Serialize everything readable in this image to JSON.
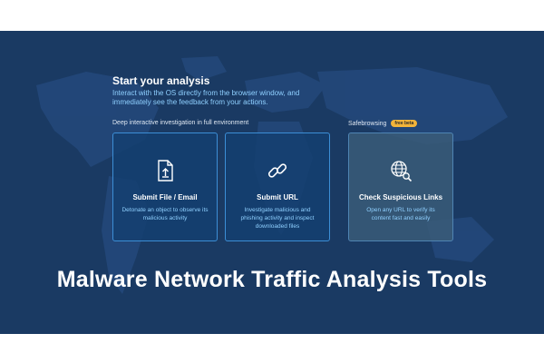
{
  "intro": {
    "title": "Start your analysis",
    "subtitle": "Interact with the OS directly from the browser window, and immediately see the feedback from your actions."
  },
  "sections": {
    "interactive_label": "Deep interactive investigation in full environment",
    "safebrowsing_label": "Safebrowsing",
    "safebrowsing_badge": "free beta"
  },
  "cards": [
    {
      "title": "Submit File / Email",
      "desc": "Detonate an object to observe its malicious activity",
      "icon": "file-upload-icon"
    },
    {
      "title": "Submit URL",
      "desc": "Investigate malicious and phishing activity and inspect downloaded files",
      "icon": "link-icon"
    },
    {
      "title": "Check Suspicious Links",
      "desc": "Open any URL to verify its content fast and easily",
      "icon": "globe-search-icon"
    }
  ],
  "caption": "Malware Network Traffic Analysis Tools",
  "colors": {
    "panel_bg": "#1a3a63",
    "card_border": "#3c8ed6",
    "accent_text": "#8fd0ff",
    "badge": "#f2b43a"
  }
}
